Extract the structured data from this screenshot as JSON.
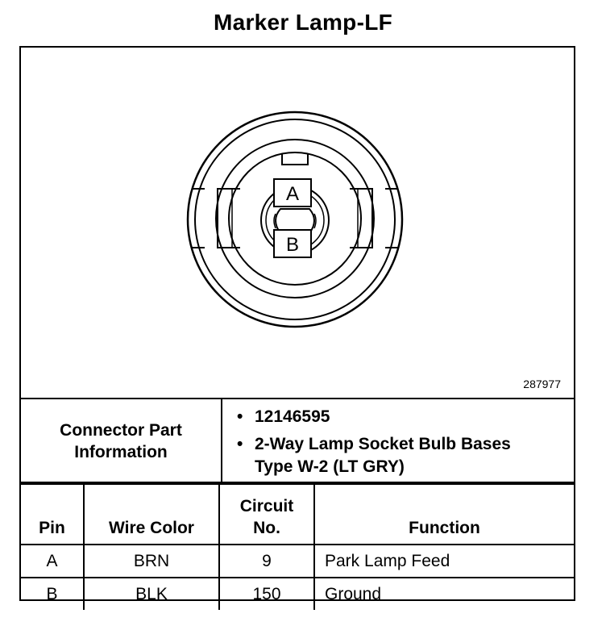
{
  "title": "Marker Lamp-LF",
  "diagram": {
    "pin_labels": [
      "A",
      "B"
    ],
    "reference_number": "287977"
  },
  "connector_info": {
    "label": "Connector Part Information",
    "items": [
      "12146595",
      "2-Way Lamp Socket Bulb Bases Type W-2 (LT GRY)"
    ]
  },
  "pin_table": {
    "headers": {
      "pin": "Pin",
      "wire_color": "Wire Color",
      "circuit": "Circuit No.",
      "function": "Function"
    },
    "rows": [
      {
        "pin": "A",
        "wire_color": "BRN",
        "circuit": "9",
        "function": "Park Lamp Feed"
      },
      {
        "pin": "B",
        "wire_color": "BLK",
        "circuit": "150",
        "function": "Ground"
      }
    ]
  }
}
